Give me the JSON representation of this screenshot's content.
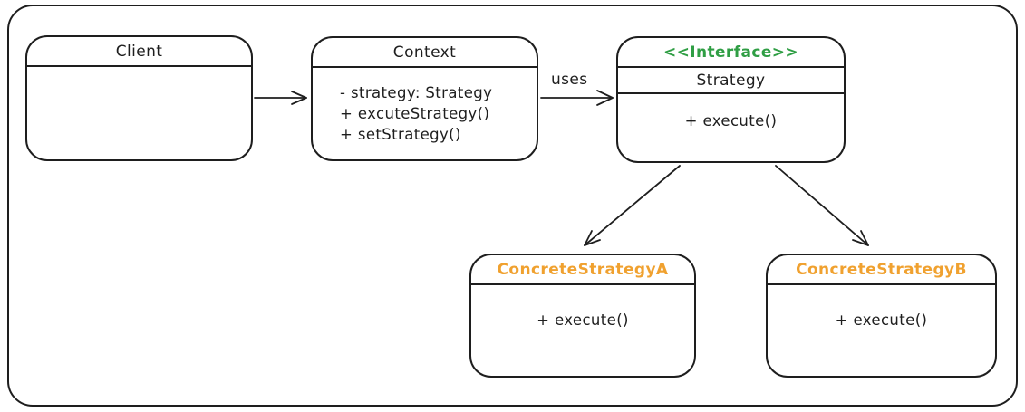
{
  "diagram": {
    "kind": "uml-class-diagram",
    "colors": {
      "stroke": "#1e1e1e",
      "interface_stereotype": "#2f9e44",
      "concrete_title": "#f0a12f",
      "background": "#ffffff"
    },
    "nodes": {
      "client": {
        "title": "Client"
      },
      "context": {
        "title": "Context",
        "members": [
          "- strategy: Strategy",
          "+ excuteStrategy()",
          "+ setStrategy()"
        ]
      },
      "strategy": {
        "stereotype": "<<Interface>>",
        "title": "Strategy",
        "members": [
          "+ execute()"
        ]
      },
      "concrete_a": {
        "title": "ConcreteStrategyA",
        "members": [
          "+ execute()"
        ]
      },
      "concrete_b": {
        "title": "ConcreteStrategyB",
        "members": [
          "+ execute()"
        ]
      }
    },
    "edges": {
      "context_to_strategy": {
        "label": "uses"
      }
    }
  }
}
